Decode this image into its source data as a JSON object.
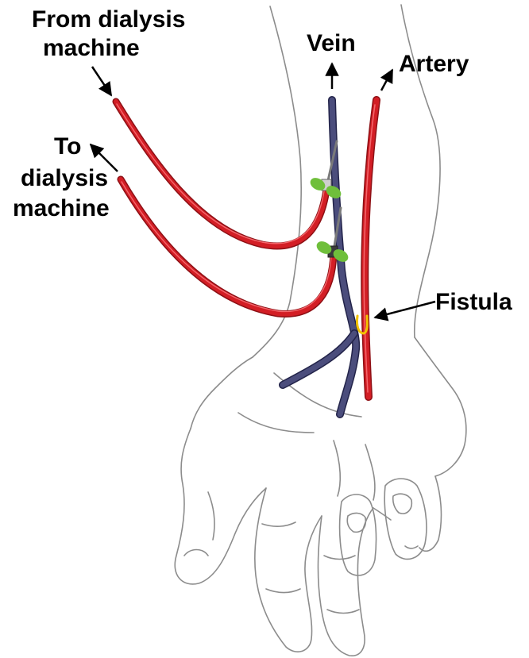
{
  "labels": {
    "from_line1": "From dialysis",
    "from_line2": "machine",
    "to_line1": "To",
    "to_line2": "dialysis",
    "to_line3": "machine",
    "vein": "Vein",
    "artery": "Artery",
    "fistula": "Fistula"
  },
  "colors": {
    "artery": "#d31e25",
    "artery_dark": "#8e1015",
    "vein": "#4b4d7c",
    "vein_dark": "#23244a",
    "needle_wing": "#6fbf3b",
    "fistula": "#f2c200",
    "outline": "#8c8c8c",
    "text": "#000000"
  }
}
